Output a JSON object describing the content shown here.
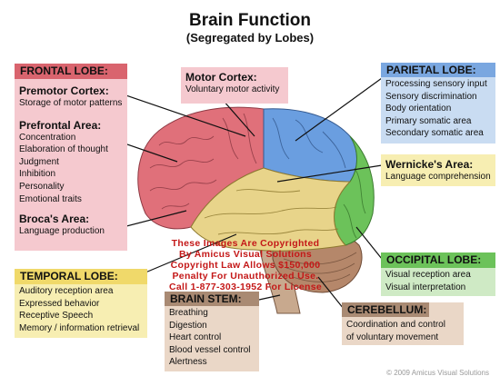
{
  "title": "Brain Function",
  "subtitle": "(Segregated by Lobes)",
  "frontal": {
    "header": "FRONTAL LOBE:",
    "premotor_title": "Premotor Cortex:",
    "premotor_items": [
      "Storage of motor patterns"
    ],
    "prefrontal_title": "Prefrontal Area:",
    "prefrontal_items": [
      "Concentration",
      "Elaboration of thought",
      "Judgment",
      "Inhibition",
      "Personality",
      "Emotional traits"
    ],
    "broca_title": "Broca's Area:",
    "broca_items": [
      "Language production"
    ]
  },
  "motor": {
    "title": "Motor Cortex:",
    "items": [
      "Voluntary motor activity"
    ]
  },
  "parietal": {
    "header": "PARIETAL LOBE:",
    "items": [
      "Processing sensory input",
      "Sensory discrimination",
      "Body orientation",
      "Primary somatic area",
      "Secondary somatic area"
    ]
  },
  "wernicke": {
    "title": "Wernicke's Area:",
    "items": [
      "Language comprehension"
    ]
  },
  "temporal": {
    "header": "TEMPORAL LOBE:",
    "items": [
      "Auditory reception area",
      "Expressed behavior",
      "Receptive Speech",
      "Memory / information retrieval"
    ]
  },
  "occipital": {
    "header": "OCCIPITAL LOBE:",
    "items": [
      "Visual reception area",
      "Visual interpretation"
    ]
  },
  "brainstem": {
    "header": "BRAIN STEM:",
    "items": [
      "Breathing",
      "Digestion",
      "Heart control",
      "Blood vessel control",
      "Alertness"
    ]
  },
  "cerebellum": {
    "header": "CEREBELLUM:",
    "items": [
      "Coordination and control",
      "of voluntary movement"
    ]
  },
  "watermark": [
    "These Images Are Copyrighted",
    "By Amicus Visual Solutions",
    "Copyright Law Allows $150,000",
    "Penalty For Unauthorized Use.",
    "Call 1-877-303-1952 For License"
  ],
  "copyright": "© 2009 Amicus Visual Solutions",
  "colors": {
    "frontal": "#e0707a",
    "parietal": "#6a9ee0",
    "temporal": "#e8d48a",
    "occipital": "#6cc25a",
    "brainstem": "#c8a98e",
    "cerebellum": "#b5876a"
  }
}
